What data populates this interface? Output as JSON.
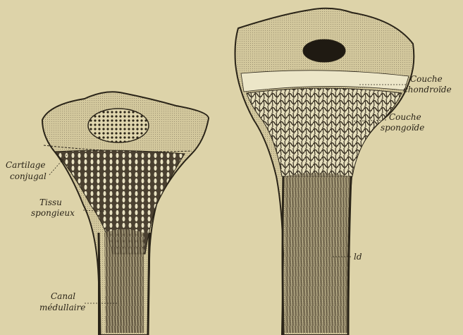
{
  "figure": {
    "paper_color": "#ddd3a9",
    "ink_color": "#2a2418",
    "left_bone": {
      "labels": {
        "cartilage_line1": "Cartilage",
        "cartilage_line2": "conjugal",
        "tissu_line1": "Tissu",
        "tissu_line2": "spongieux",
        "canal_line1": "Canal",
        "canal_line2": "médullaire"
      }
    },
    "right_bone": {
      "labels": {
        "couche1_line1": "Couche",
        "couche1_line2": "chondroïde",
        "couche2_line1": "Couche",
        "couche2_line2": "spongoïde",
        "ld": "ld"
      }
    }
  }
}
